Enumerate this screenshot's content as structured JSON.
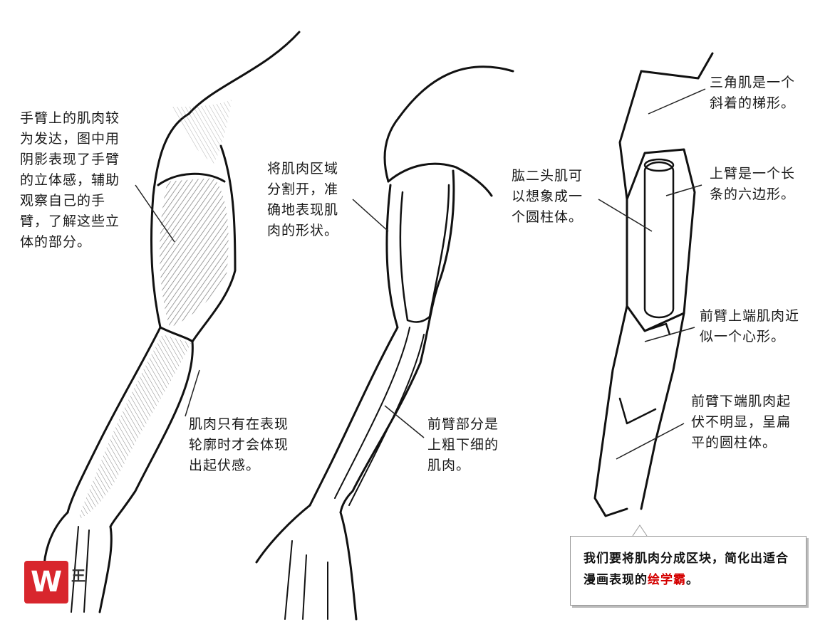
{
  "annotations": {
    "left_muscle": "手臂上的肌肉较\n为发达，图中用\n阴影表现了手臂\n的立体感，辅助\n观察自己的手\n臂，了解这些立\n体的部分。",
    "contour": "肌肉只有在表现\n轮廓时才会体现\n出起伏感。",
    "divide": "将肌肉区域\n分割开，准\n确地表现肌\n肉的形状。",
    "forearm_shape": "前臂部分是\n上粗下细的\n肌肉。",
    "biceps": "肱二头肌可\n以想象成一\n个圆柱体。",
    "deltoid": "三角肌是一个\n斜着的梯形。",
    "upper_arm": "上臂是一个长\n条的六边形。",
    "forearm_upper": "前臂上端肌肉近\n似一个心形。",
    "forearm_lower": "前臂下端肌肉起\n伏不明显，呈扁\n平的圆柱体。"
  },
  "callout": {
    "text_before": "我们要将肌肉分成区块，简化出适合漫画表现的",
    "highlight": "绘学霸",
    "text_after": "。"
  },
  "logo": {
    "letter": "W",
    "text": "王"
  }
}
